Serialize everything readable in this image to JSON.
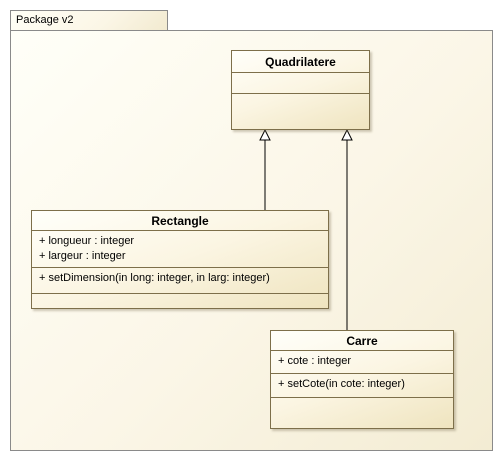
{
  "package": {
    "name": "Package v2"
  },
  "classes": {
    "quadrilatere": {
      "name": "Quadrilatere",
      "attributes": [],
      "operations": []
    },
    "rectangle": {
      "name": "Rectangle",
      "attributes": [
        "+ longueur : integer",
        "+ largeur : integer"
      ],
      "operations": [
        "+ setDimension(in long: integer, in larg: integer)"
      ]
    },
    "carre": {
      "name": "Carre",
      "attributes": [
        "+ cote : integer"
      ],
      "operations": [
        "+ setCote(in cote: integer)"
      ]
    }
  },
  "relations": [
    {
      "type": "generalization",
      "from": "Rectangle",
      "to": "Quadrilatere"
    },
    {
      "type": "generalization",
      "from": "Carre",
      "to": "Quadrilatere"
    }
  ]
}
